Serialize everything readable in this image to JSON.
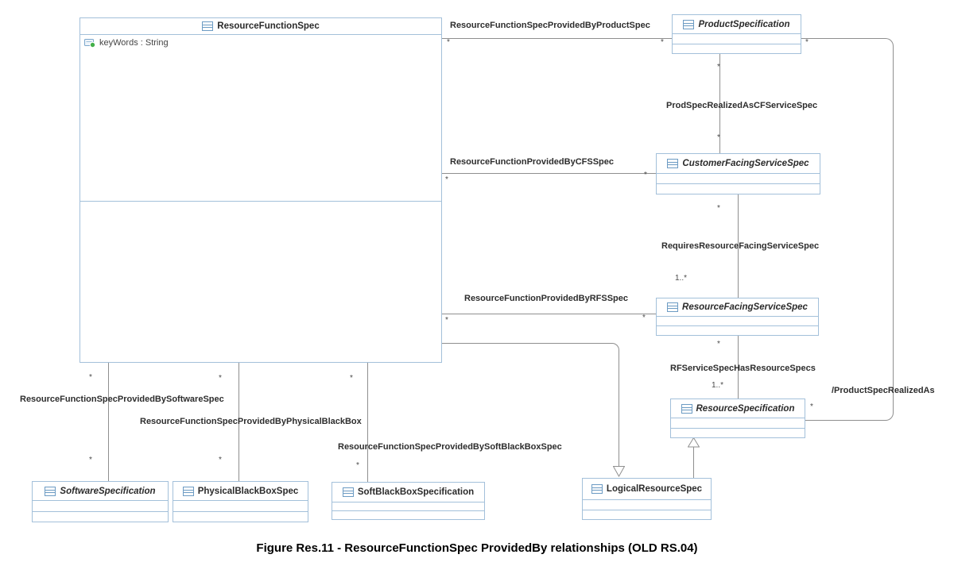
{
  "diagram": {
    "caption": "Figure Res.11 - ResourceFunctionSpec ProvidedBy relationships (OLD RS.04)",
    "classes": {
      "resourceFunctionSpec": {
        "name": "ResourceFunctionSpec",
        "attribute": "keyWords : String"
      },
      "productSpecification": {
        "name": "ProductSpecification"
      },
      "customerFacingServiceSpec": {
        "name": "CustomerFacingServiceSpec"
      },
      "resourceFacingServiceSpec": {
        "name": "ResourceFacingServiceSpec"
      },
      "resourceSpecification": {
        "name": "ResourceSpecification"
      },
      "logicalResourceSpec": {
        "name": "LogicalResourceSpec"
      },
      "softwareSpecification": {
        "name": "SoftwareSpecification"
      },
      "physicalBlackBoxSpec": {
        "name": "PhysicalBlackBoxSpec"
      },
      "softBlackBoxSpecification": {
        "name": "SoftBlackBoxSpecification"
      }
    },
    "labels": {
      "providedByProductSpec": "ResourceFunctionSpecProvidedByProductSpec",
      "prodSpecRealizedAsCFServiceSpec": "ProdSpecRealizedAsCFServiceSpec",
      "providedByCFSSpec": "ResourceFunctionProvidedByCFSSpec",
      "requiresResourceFacingServiceSpec": "RequiresResourceFacingServiceSpec",
      "providedByRFSSpec": "ResourceFunctionProvidedByRFSSpec",
      "rfServiceSpecHasResourceSpecs": "RFServiceSpecHasResourceSpecs",
      "productSpecRealizedAs": "/ProductSpecRealizedAs",
      "providedBySoftwareSpec": "ResourceFunctionSpecProvidedBySoftwareSpec",
      "providedByPhysicalBlackBox": "ResourceFunctionSpecProvidedByPhysicalBlackBox",
      "providedBySoftBlackBoxSpec": "ResourceFunctionSpecProvidedBySoftBlackBoxSpec"
    },
    "mult": {
      "star": "*",
      "oneToMany": "1..*"
    },
    "colors": {
      "boxBorder": "#a3c0da",
      "line": "#8f8f8f",
      "attrGreen": "#44b04a",
      "iconBlue": "#6d9cc4"
    },
    "icons": {
      "classIcon": "uml-class-icon",
      "attributeIcon": "uml-attribute-icon",
      "generalization": "hollow-triangle-arrow"
    }
  }
}
